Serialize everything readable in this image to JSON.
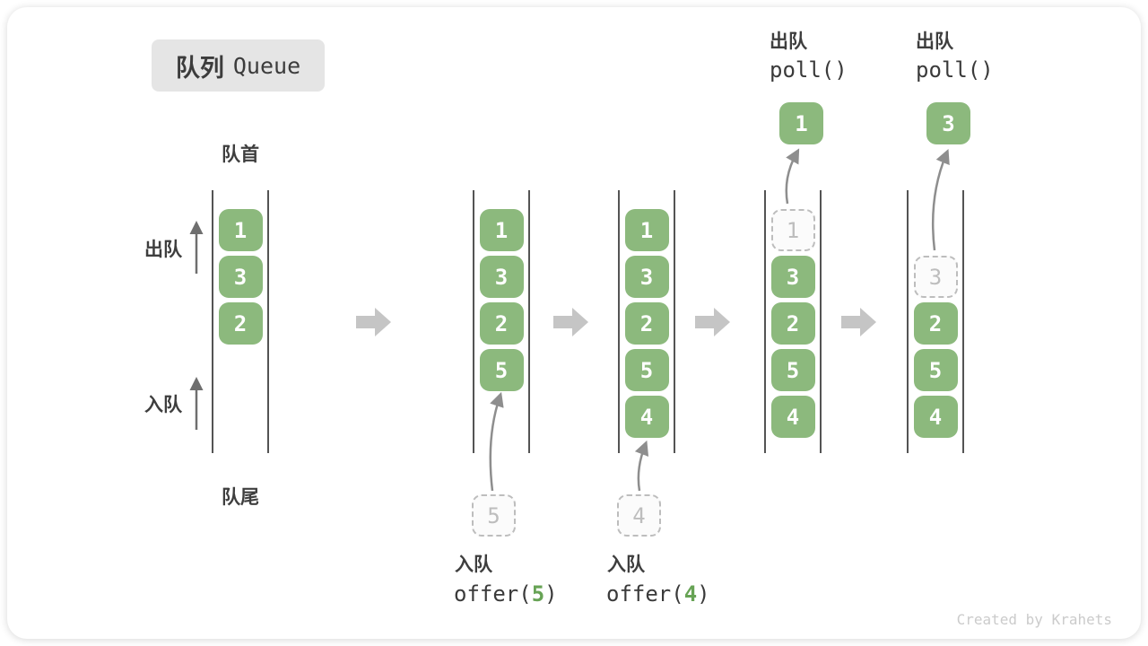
{
  "title": {
    "zh": "队列",
    "en": "Queue"
  },
  "side_labels": {
    "front": "队首",
    "rear": "队尾",
    "dequeue": "出队",
    "enqueue": "入队"
  },
  "watermark": "Created by Krahets",
  "colors": {
    "box_green": "#8cb97d",
    "box_digit": "#ffffff",
    "dashed_border": "#bdbdbd",
    "dashed_digit": "#bdbdbd",
    "label_text": "#3e3e3e",
    "code_arg_green": "#67a355",
    "block_arrow": "#c5c5c5",
    "curved_arrow": "#8e8e8e",
    "title_bg": "#e5e5e5",
    "watermark_text": "#cbcbcb",
    "column_line": "#545454"
  },
  "states": [
    {
      "name": "initial",
      "slots": [
        {
          "value": "1",
          "style": "solid"
        },
        {
          "value": "3",
          "style": "solid"
        },
        {
          "value": "2",
          "style": "solid"
        }
      ]
    },
    {
      "name": "after-offer-5",
      "slots": [
        {
          "value": "1",
          "style": "solid"
        },
        {
          "value": "3",
          "style": "solid"
        },
        {
          "value": "2",
          "style": "solid"
        },
        {
          "value": "5",
          "style": "solid"
        }
      ],
      "enqueue_box": {
        "value": "5"
      },
      "operation": {
        "label": "入队",
        "code_prefix": "offer(",
        "code_arg": "5",
        "code_suffix": ")"
      }
    },
    {
      "name": "after-offer-4",
      "slots": [
        {
          "value": "1",
          "style": "solid"
        },
        {
          "value": "3",
          "style": "solid"
        },
        {
          "value": "2",
          "style": "solid"
        },
        {
          "value": "5",
          "style": "solid"
        },
        {
          "value": "4",
          "style": "solid"
        }
      ],
      "enqueue_box": {
        "value": "4"
      },
      "operation": {
        "label": "入队",
        "code_prefix": "offer(",
        "code_arg": "4",
        "code_suffix": ")"
      }
    },
    {
      "name": "after-poll-1",
      "slots": [
        {
          "value": "1",
          "style": "dashed"
        },
        {
          "value": "3",
          "style": "solid"
        },
        {
          "value": "2",
          "style": "solid"
        },
        {
          "value": "5",
          "style": "solid"
        },
        {
          "value": "4",
          "style": "solid"
        }
      ],
      "dequeue_box": {
        "value": "1"
      },
      "operation_top": {
        "label": "出队",
        "code": "poll()"
      }
    },
    {
      "name": "after-poll-3",
      "slots": [
        {
          "value": "",
          "style": "empty"
        },
        {
          "value": "3",
          "style": "dashed"
        },
        {
          "value": "2",
          "style": "solid"
        },
        {
          "value": "5",
          "style": "solid"
        },
        {
          "value": "4",
          "style": "solid"
        }
      ],
      "dequeue_box": {
        "value": "3"
      },
      "operation_top": {
        "label": "出队",
        "code": "poll()"
      }
    }
  ]
}
